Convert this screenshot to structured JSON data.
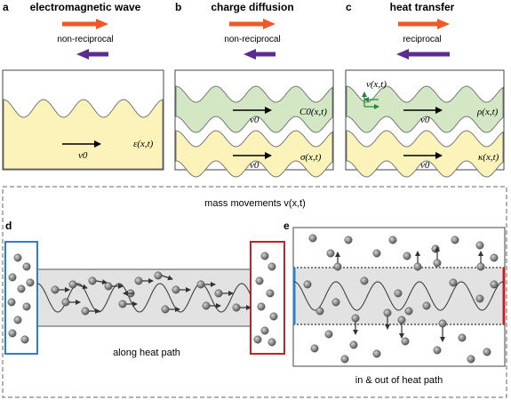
{
  "panels": {
    "a": {
      "label": "a",
      "title": "electromagnetic wave",
      "reciprocity": "non-reciprocal",
      "field": "ε(x,t)",
      "velocity": "v0"
    },
    "b": {
      "label": "b",
      "title": "charge diffusion",
      "reciprocity": "non-reciprocal",
      "field_top": "C0(x,t)",
      "field_bottom": "σ(x,t)",
      "velocity": "v0"
    },
    "c": {
      "label": "c",
      "title": "heat transfer",
      "reciprocity": "reciprocal",
      "field_top": "ρ(x,t)",
      "field_bottom": "κ(x,t)",
      "velocity": "v0",
      "local_velocity": "v(x,t)"
    },
    "bottom_title": "mass movements v(x,t)",
    "d": {
      "label": "d",
      "caption": "along heat path"
    },
    "e": {
      "label": "e",
      "caption": "in & out of heat path"
    }
  },
  "colors": {
    "forward_arrow": "#ef5a24",
    "backward_arrow": "#5c2d91",
    "yellow_fill": "#fbf3b9",
    "green_fill": "#d3e7c5",
    "gray_fill": "#e2e2e2",
    "blue_border": "#2e7fc7",
    "red_border": "#c62026"
  }
}
